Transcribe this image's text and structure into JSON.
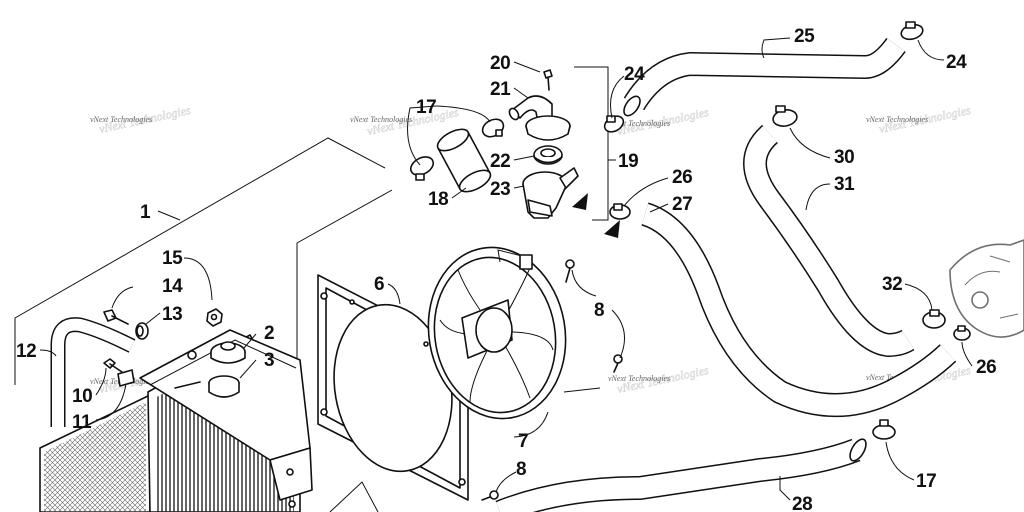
{
  "watermark": {
    "text": "vNext Technologies"
  },
  "callouts": {
    "c1": "1",
    "c2": "2",
    "c3": "3",
    "c6": "6",
    "c7": "7",
    "c8a": "8",
    "c8b": "8",
    "c10": "10",
    "c11": "11",
    "c12": "12",
    "c13": "13",
    "c14": "14",
    "c15": "15",
    "c17a": "17",
    "c17b": "17",
    "c18": "18",
    "c19": "19",
    "c20": "20",
    "c21": "21",
    "c22": "22",
    "c23": "23",
    "c24a": "24",
    "c24b": "24",
    "c25": "25",
    "c26a": "26",
    "c26b": "26",
    "c27": "27",
    "c28": "28",
    "c30": "30",
    "c31": "31",
    "c32": "32"
  }
}
